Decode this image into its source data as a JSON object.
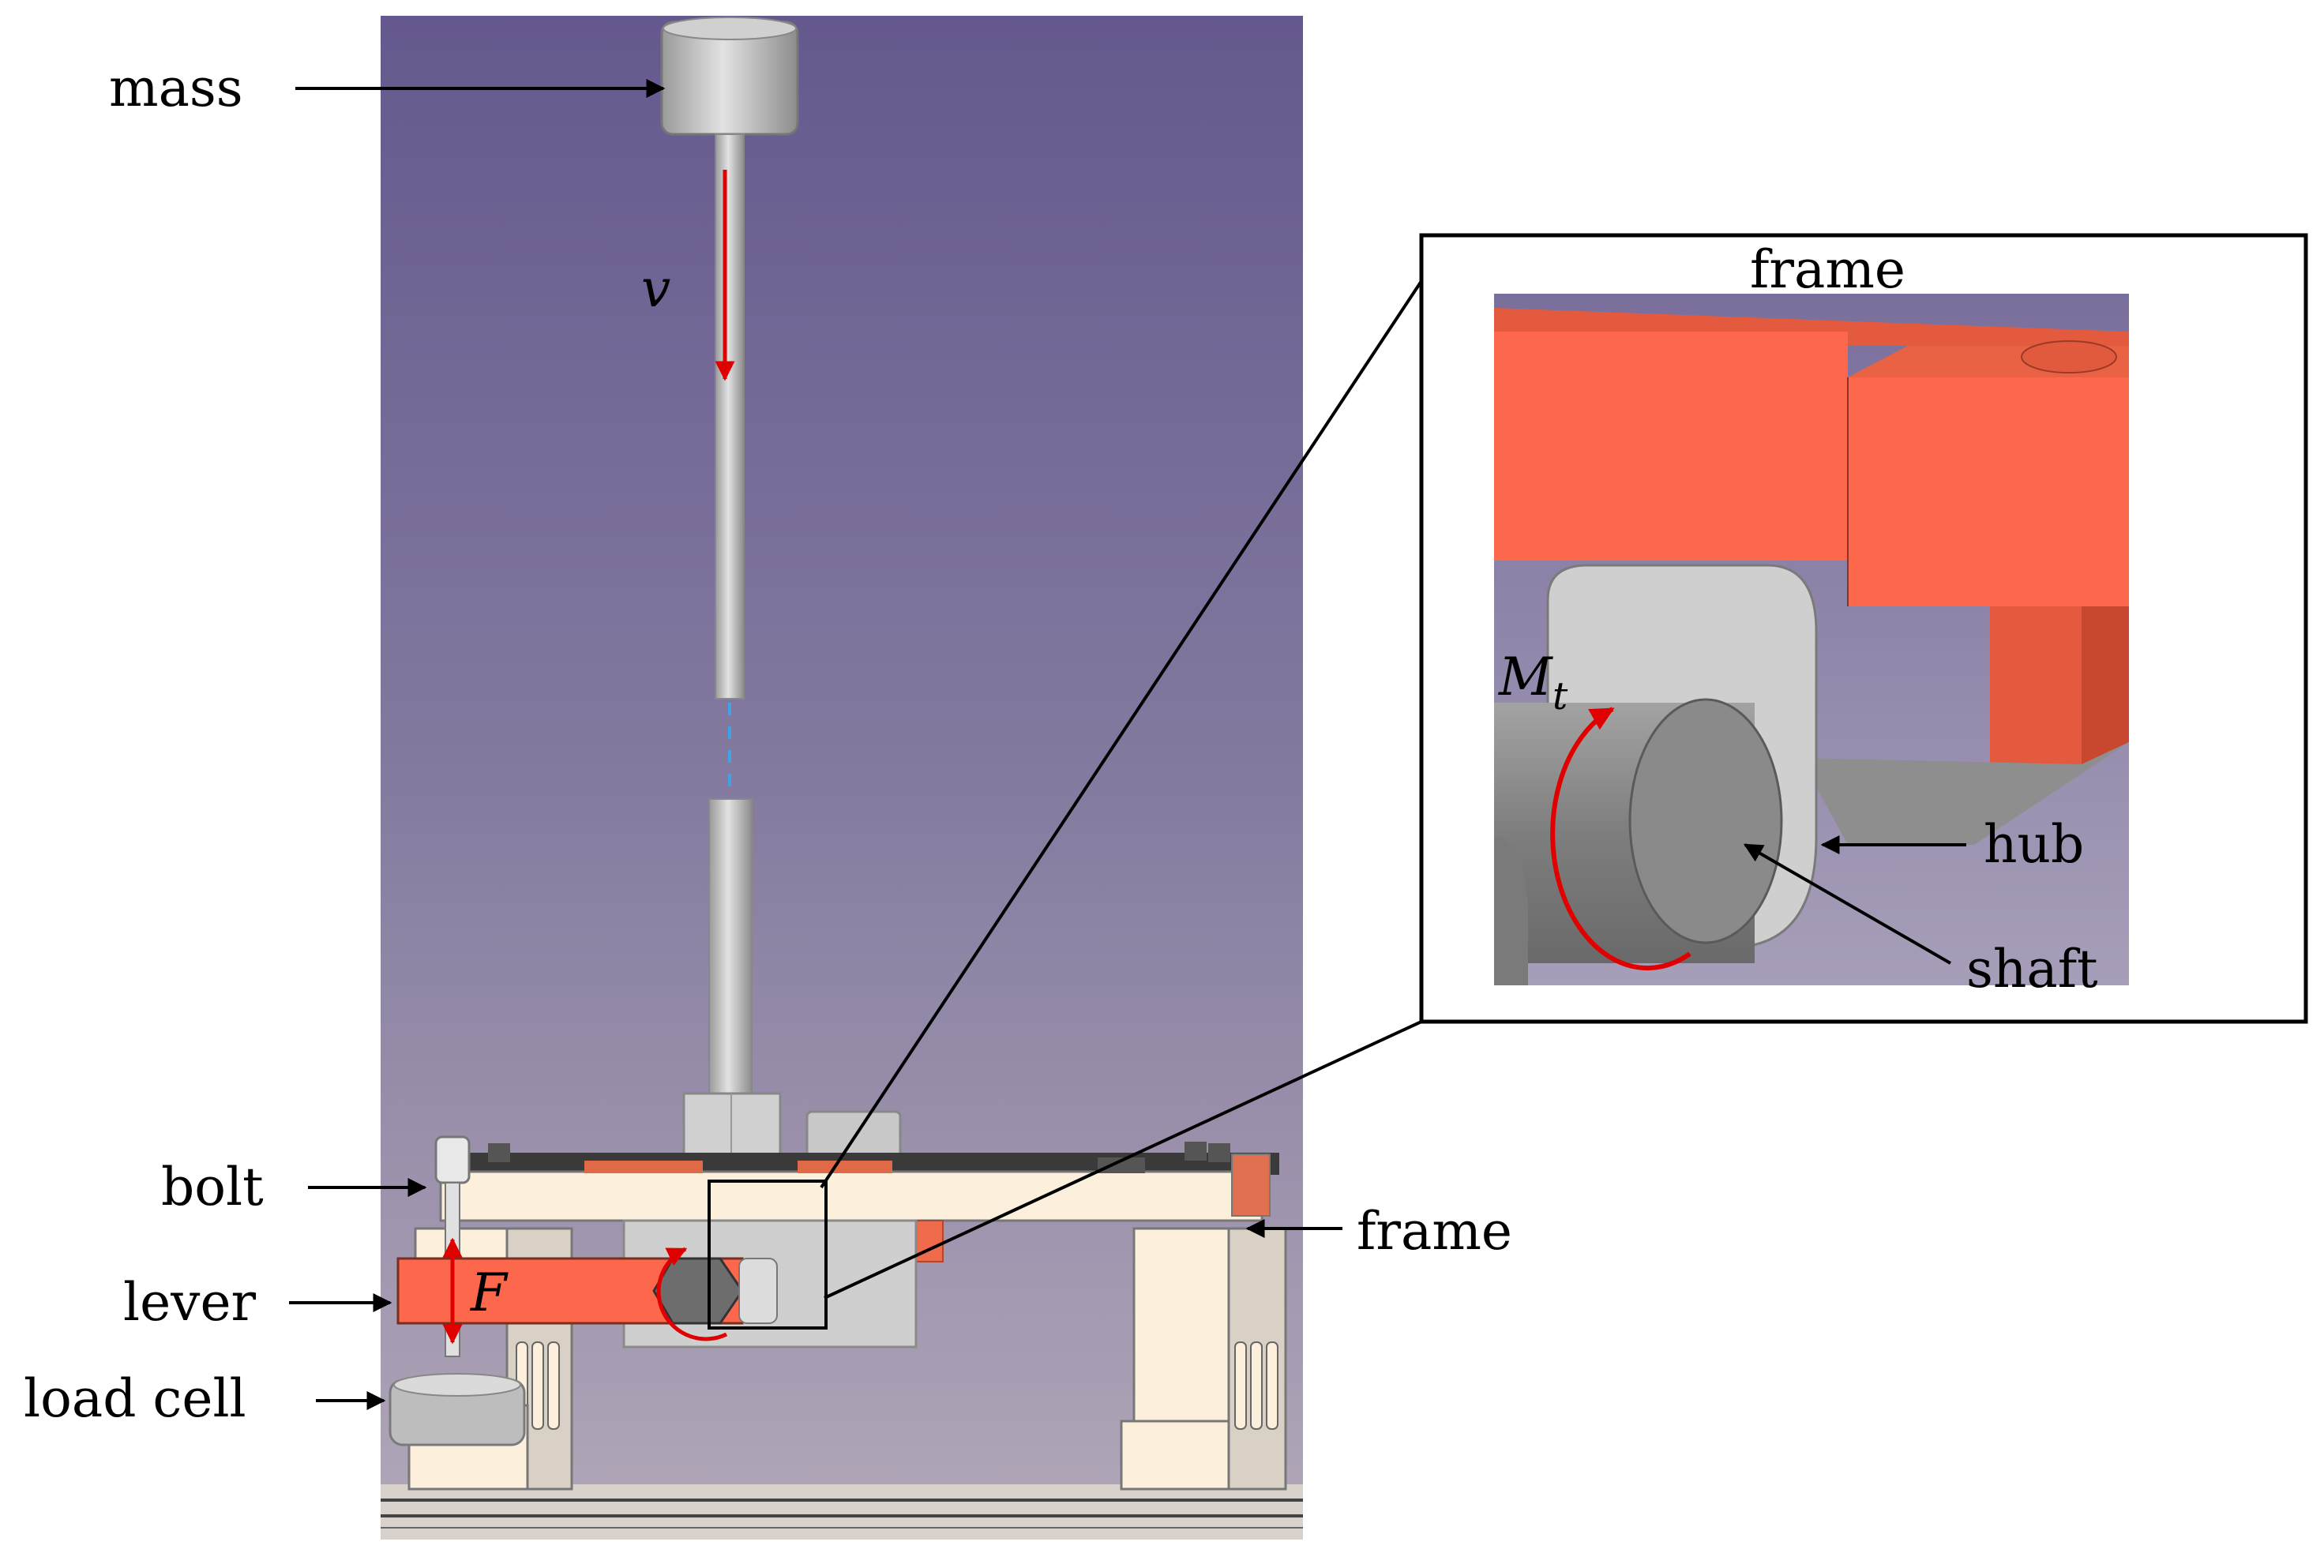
{
  "labels": {
    "mass": "mass",
    "bolt": "bolt",
    "lever": "lever",
    "load_cell": "load cell",
    "frame_main": "frame",
    "frame_inset": "frame",
    "hub": "hub",
    "shaft": "shaft"
  },
  "symbols": {
    "velocity": "v",
    "force": "F",
    "torque_base": "M",
    "torque_sub": "t"
  },
  "colors": {
    "background_top": "#65588e",
    "background_bottom": "#b2a8b9",
    "frame_part": "#fcefdc",
    "lever_part": "#fd684c",
    "steel": "#c8c8c8",
    "arrow_red": "#e10000",
    "leader_black": "#000000"
  }
}
